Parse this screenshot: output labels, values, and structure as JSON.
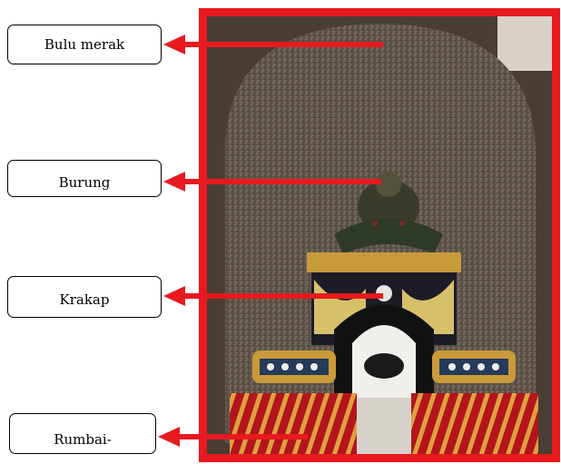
{
  "labels": [
    {
      "id": "bulu-merak",
      "text": "Bulu merak"
    },
    {
      "id": "burung",
      "text": "Burung"
    },
    {
      "id": "krakap",
      "text": "Krakap"
    },
    {
      "id": "rumbai",
      "text": "Rumbai-"
    }
  ],
  "colors": {
    "frame": "#e8191f",
    "arrow": "#e8191f",
    "feathers": "#6a5e52",
    "gold": "#c99a3a",
    "fringe_red": "#b3151b"
  }
}
